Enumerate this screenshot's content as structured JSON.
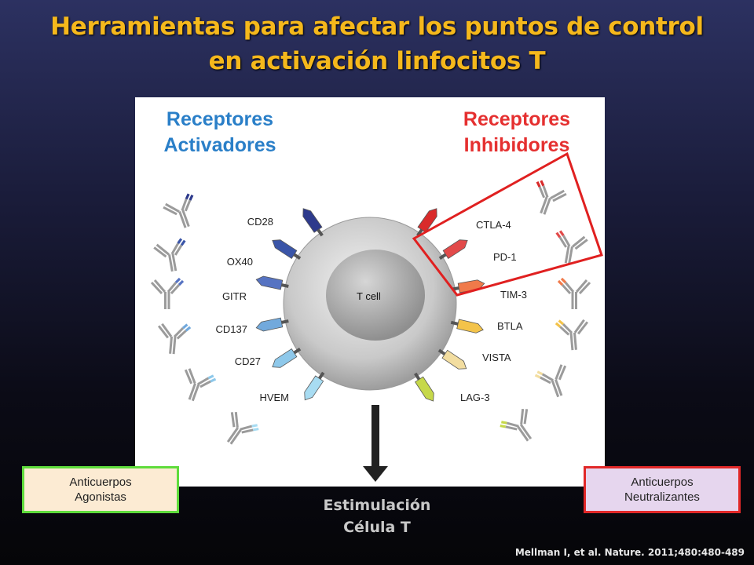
{
  "title": {
    "line1": "Herramientas para afectar los puntos de control",
    "line2": "en activación linfocitos T"
  },
  "diagram": {
    "activators_header": {
      "line1": "Receptores",
      "line2": "Activadores"
    },
    "inhibitors_header": {
      "line1": "Receptores",
      "line2": "Inhibidores"
    },
    "cell_label": "T cell",
    "activating_receptors": [
      {
        "name": "CD28",
        "color": "#2d3a8c"
      },
      {
        "name": "OX40",
        "color": "#3a55a8"
      },
      {
        "name": "GITR",
        "color": "#5673c2"
      },
      {
        "name": "CD137",
        "color": "#72a9dc"
      },
      {
        "name": "CD27",
        "color": "#8ec8ea"
      },
      {
        "name": "HVEM",
        "color": "#a8dcf2"
      }
    ],
    "inhibitory_receptors": [
      {
        "name": "CTLA-4",
        "color": "#d92b2b"
      },
      {
        "name": "PD-1",
        "color": "#e24a4a"
      },
      {
        "name": "TIM-3",
        "color": "#f07a4a"
      },
      {
        "name": "BTLA",
        "color": "#f3c34a"
      },
      {
        "name": "VISTA",
        "color": "#f2dda0"
      },
      {
        "name": "LAG-3",
        "color": "#c6d84a"
      }
    ]
  },
  "agonist_box": {
    "line1": "Anticuerpos",
    "line2": "Agonistas"
  },
  "neutralizing_box": {
    "line1": "Anticuerpos",
    "line2": "Neutralizantes"
  },
  "stimulation": {
    "line1": "Estimulación",
    "line2": "Célula T"
  },
  "citation": "Mellman I, et al. Nature. 2011;480:480-489",
  "colors": {
    "title": "#f5b81c",
    "activators": "#2a7fc8",
    "inhibitors": "#e53030",
    "agonist_border": "#5fdc3c",
    "neutralizing_border": "#e12828"
  }
}
